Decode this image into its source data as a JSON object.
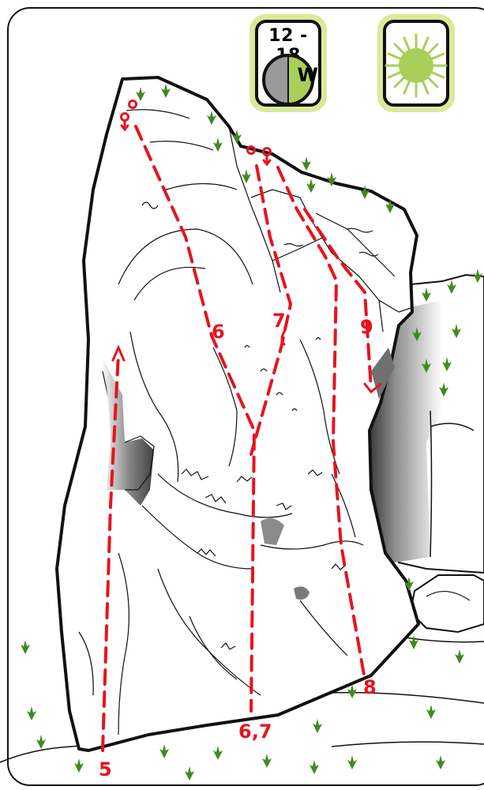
{
  "conditions": {
    "sun_hours": "12 - 18",
    "aspect": "W",
    "icon": "sun-icon",
    "colors": {
      "shade": "#9a9a9a",
      "sun": "#a9cf5b",
      "badge_frame": "#d9ea9c"
    }
  },
  "route_labels": {
    "r5": "5",
    "r6": "6",
    "r7": "7",
    "r8": "8",
    "r9": "9",
    "r67": "6,7"
  },
  "colors": {
    "route": "#e8131f",
    "outline": "#111111",
    "grass": "#3f8a1f"
  }
}
